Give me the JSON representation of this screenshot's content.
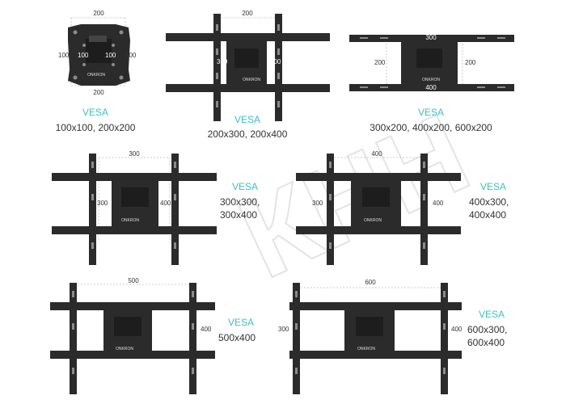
{
  "colors": {
    "accent": "#3fbfbf",
    "metal": "#2b2b2b",
    "hole": "#8a8a8a",
    "dim": "#bdbdbd",
    "text": "#333333",
    "watermark": "#e3e3e3"
  },
  "brand": "ONKRON",
  "watermark": "КНН",
  "panels": [
    {
      "id": "p1",
      "vesa": "VESA",
      "sizes": [
        "100x100, 200x200"
      ],
      "dims": [
        "200",
        "100",
        "100",
        "100",
        "100",
        "200"
      ]
    },
    {
      "id": "p2",
      "vesa": "VESA",
      "sizes": [
        "200x300, 200x400"
      ],
      "dims": [
        "200",
        "300",
        "400"
      ]
    },
    {
      "id": "p3",
      "vesa": "VESA",
      "sizes": [
        "300x200, 400x200, 600x200"
      ],
      "dims": [
        "300",
        "200",
        "200",
        "400"
      ]
    },
    {
      "id": "p4",
      "vesa": "VESA",
      "sizes": [
        "300x300,",
        "300x400"
      ],
      "dims": [
        "300",
        "300",
        "400"
      ]
    },
    {
      "id": "p5",
      "vesa": "VESA",
      "sizes": [
        "400x300,",
        "400x400"
      ],
      "dims": [
        "400",
        "300",
        "400"
      ]
    },
    {
      "id": "p6",
      "vesa": "VESA",
      "sizes": [
        "500x400"
      ],
      "dims": [
        "500",
        "400"
      ]
    },
    {
      "id": "p7",
      "vesa": "VESA",
      "sizes": [
        "600x300,",
        "600x400"
      ],
      "dims": [
        "600",
        "300",
        "400"
      ]
    }
  ]
}
